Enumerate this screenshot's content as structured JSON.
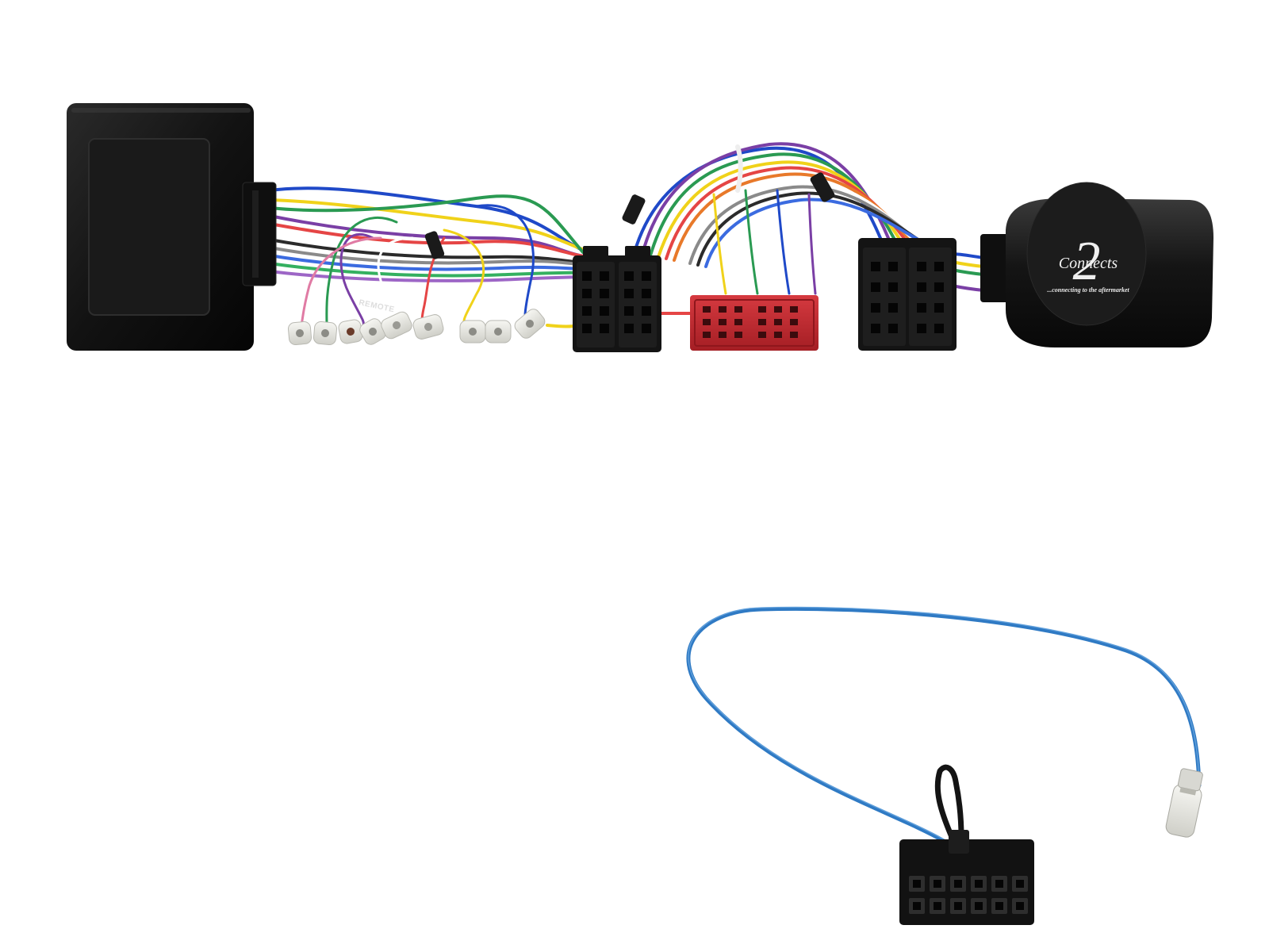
{
  "product": {
    "wire_label": "REMOTE",
    "brand_logo": {
      "numeral": "2",
      "wordmark": "Connects",
      "tagline": "...connecting to the aftermarket"
    }
  },
  "colors": {
    "background": "#ffffff",
    "housing": "#141414",
    "red_connector": "#c8262e",
    "antenna_cable": "#2f7ac4",
    "wires": [
      "#1f49c8",
      "#f0d21a",
      "#2a9a52",
      "#7a3fa5",
      "#e54545",
      "#ffffff",
      "#2b2b2b",
      "#8a8a8a",
      "#e8792a",
      "#e07ba4"
    ]
  }
}
